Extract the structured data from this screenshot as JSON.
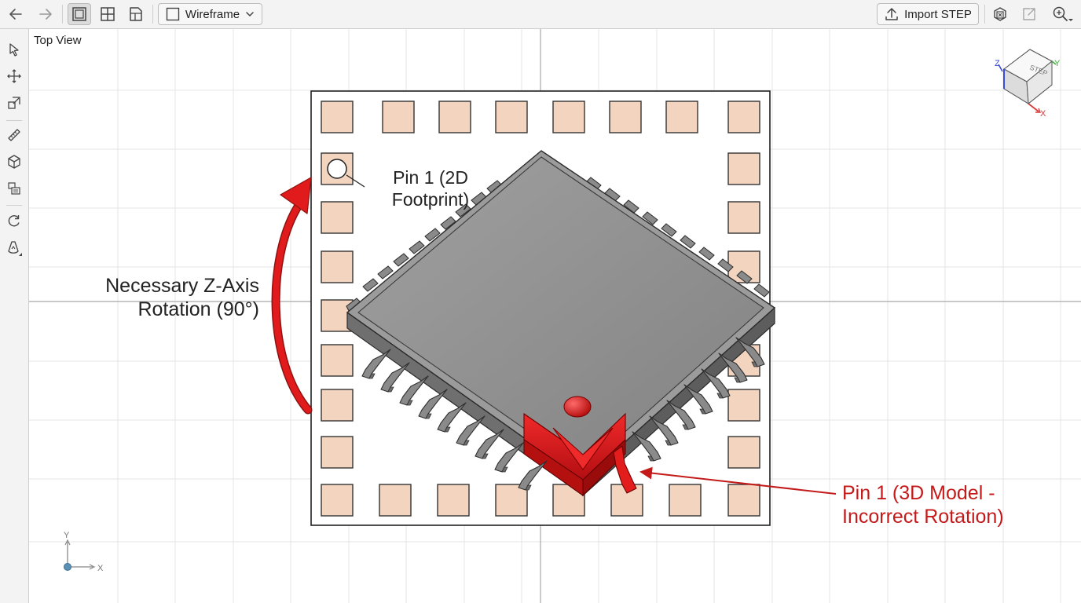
{
  "toolbar": {
    "back_icon": "arrow-left-icon",
    "forward_icon": "arrow-right-icon",
    "view_mode": {
      "label": "Wireframe",
      "icon": "square-outline-icon",
      "caret": "chevron-down-icon"
    },
    "import_step": {
      "label": "Import STEP",
      "icon": "upload-icon"
    },
    "right_icons": [
      "delete-model-icon",
      "export-icon",
      "zoom-icon"
    ]
  },
  "sidebar": {
    "tools": [
      "select-arrow-icon",
      "move-icon",
      "scale-icon",
      "measure-icon",
      "cube-icon",
      "layers-icon",
      "rotate-icon",
      "light-icon"
    ]
  },
  "viewport": {
    "view_name": "Top View",
    "nav_cube": {
      "face_label": "STEP",
      "axis_x": "X",
      "axis_y": "Y",
      "axis_z": "Z"
    },
    "origin_axes": {
      "x": "X",
      "y": "Y"
    }
  },
  "annotations": {
    "pin1_2d": {
      "line1": "Pin 1 (2D",
      "line2": "Footprint)"
    },
    "rotation": {
      "line1": "Necessary Z-Axis",
      "line2": "Rotation (90°)"
    },
    "pin1_3d": {
      "line1": "Pin 1 (3D Model -",
      "line2": "Incorrect Rotation)"
    }
  },
  "colors": {
    "pad_fill": "#f2d4bf",
    "body_top": "#8e8e8e",
    "lead": "#8a8a8a",
    "highlight_red": "#d9141a",
    "annotation_red": "#c41a1a",
    "axis_x": "#d93a3a",
    "axis_y": "#3ab03a",
    "axis_z": "#3a4ad9"
  }
}
